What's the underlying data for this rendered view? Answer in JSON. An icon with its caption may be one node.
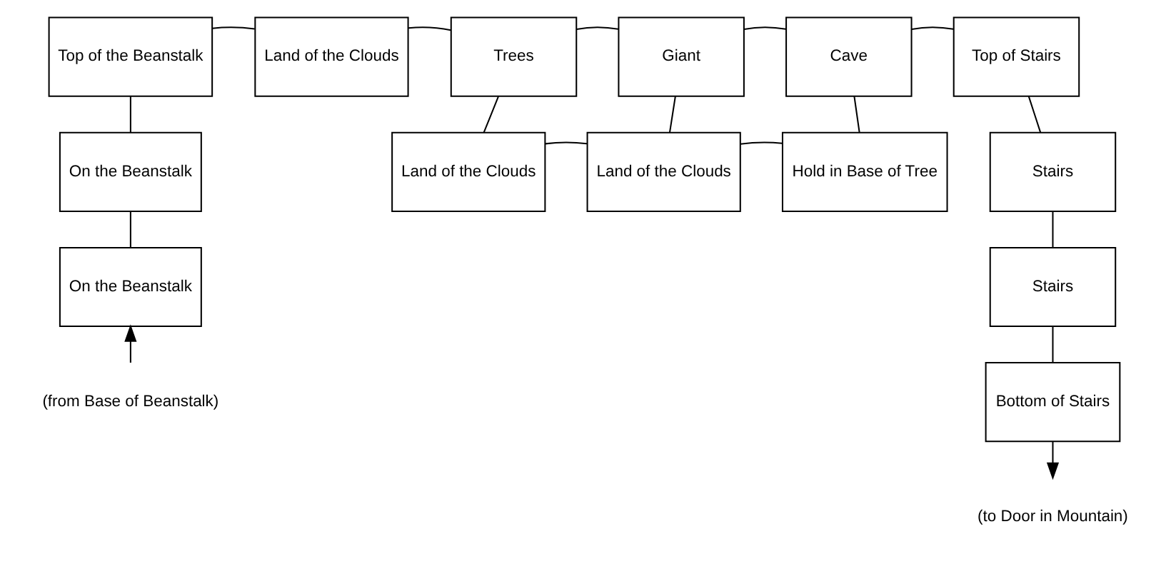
{
  "diagram": {
    "nodes": [
      {
        "text": [
          "Top of the Beanstalk"
        ]
      },
      {
        "text": [
          "On the Beanstalk"
        ]
      },
      {
        "text": [
          "On the Beanstalk"
        ]
      },
      {
        "text": [
          "Land of the Clouds"
        ]
      },
      {
        "text": [
          "Trees"
        ]
      },
      {
        "text": [
          "Giant"
        ]
      },
      {
        "text": [
          "Cave"
        ]
      },
      {
        "text": [
          "Top of Stairs"
        ]
      },
      {
        "text": [
          "Land of the Clouds"
        ]
      },
      {
        "text": [
          "Land of the Clouds"
        ]
      },
      {
        "text": [
          "Hold in Base of Tree"
        ]
      },
      {
        "text": [
          "Stairs"
        ]
      },
      {
        "text": [
          "Stairs"
        ]
      },
      {
        "text": [
          "Bottom of Stairs"
        ]
      },
      {
        "text": [
          "(from Base of Beanstalk)"
        ]
      },
      {
        "text": [
          "(to Door in Mountain)"
        ]
      }
    ],
    "edges": [
      {
        "from": 0,
        "to": 1,
        "arrow": "none"
      },
      {
        "from": 1,
        "to": 2,
        "arrow": "none"
      },
      {
        "from": 0,
        "to": 3,
        "arrow": "none"
      },
      {
        "from": 3,
        "to": 4,
        "arrow": "none"
      },
      {
        "from": 4,
        "to": 5,
        "arrow": "none"
      },
      {
        "from": 5,
        "to": 6,
        "arrow": "none"
      },
      {
        "from": 6,
        "to": 7,
        "arrow": "none"
      },
      {
        "from": 4,
        "to": 8,
        "arrow": "none"
      },
      {
        "from": 8,
        "to": 9,
        "arrow": "none"
      },
      {
        "from": 5,
        "to": 9,
        "arrow": "none"
      },
      {
        "from": 9,
        "to": 10,
        "arrow": "none"
      },
      {
        "from": 6,
        "to": 10,
        "arrow": "none"
      },
      {
        "from": 7,
        "to": 11,
        "arrow": "none"
      },
      {
        "from": 11,
        "to": 12,
        "arrow": "none"
      },
      {
        "from": 12,
        "to": 13,
        "arrow": "none"
      },
      {
        "from": 14,
        "to": 2,
        "arrow": "to"
      },
      {
        "from": 13,
        "to": 15,
        "arrow": "to"
      }
    ]
  }
}
